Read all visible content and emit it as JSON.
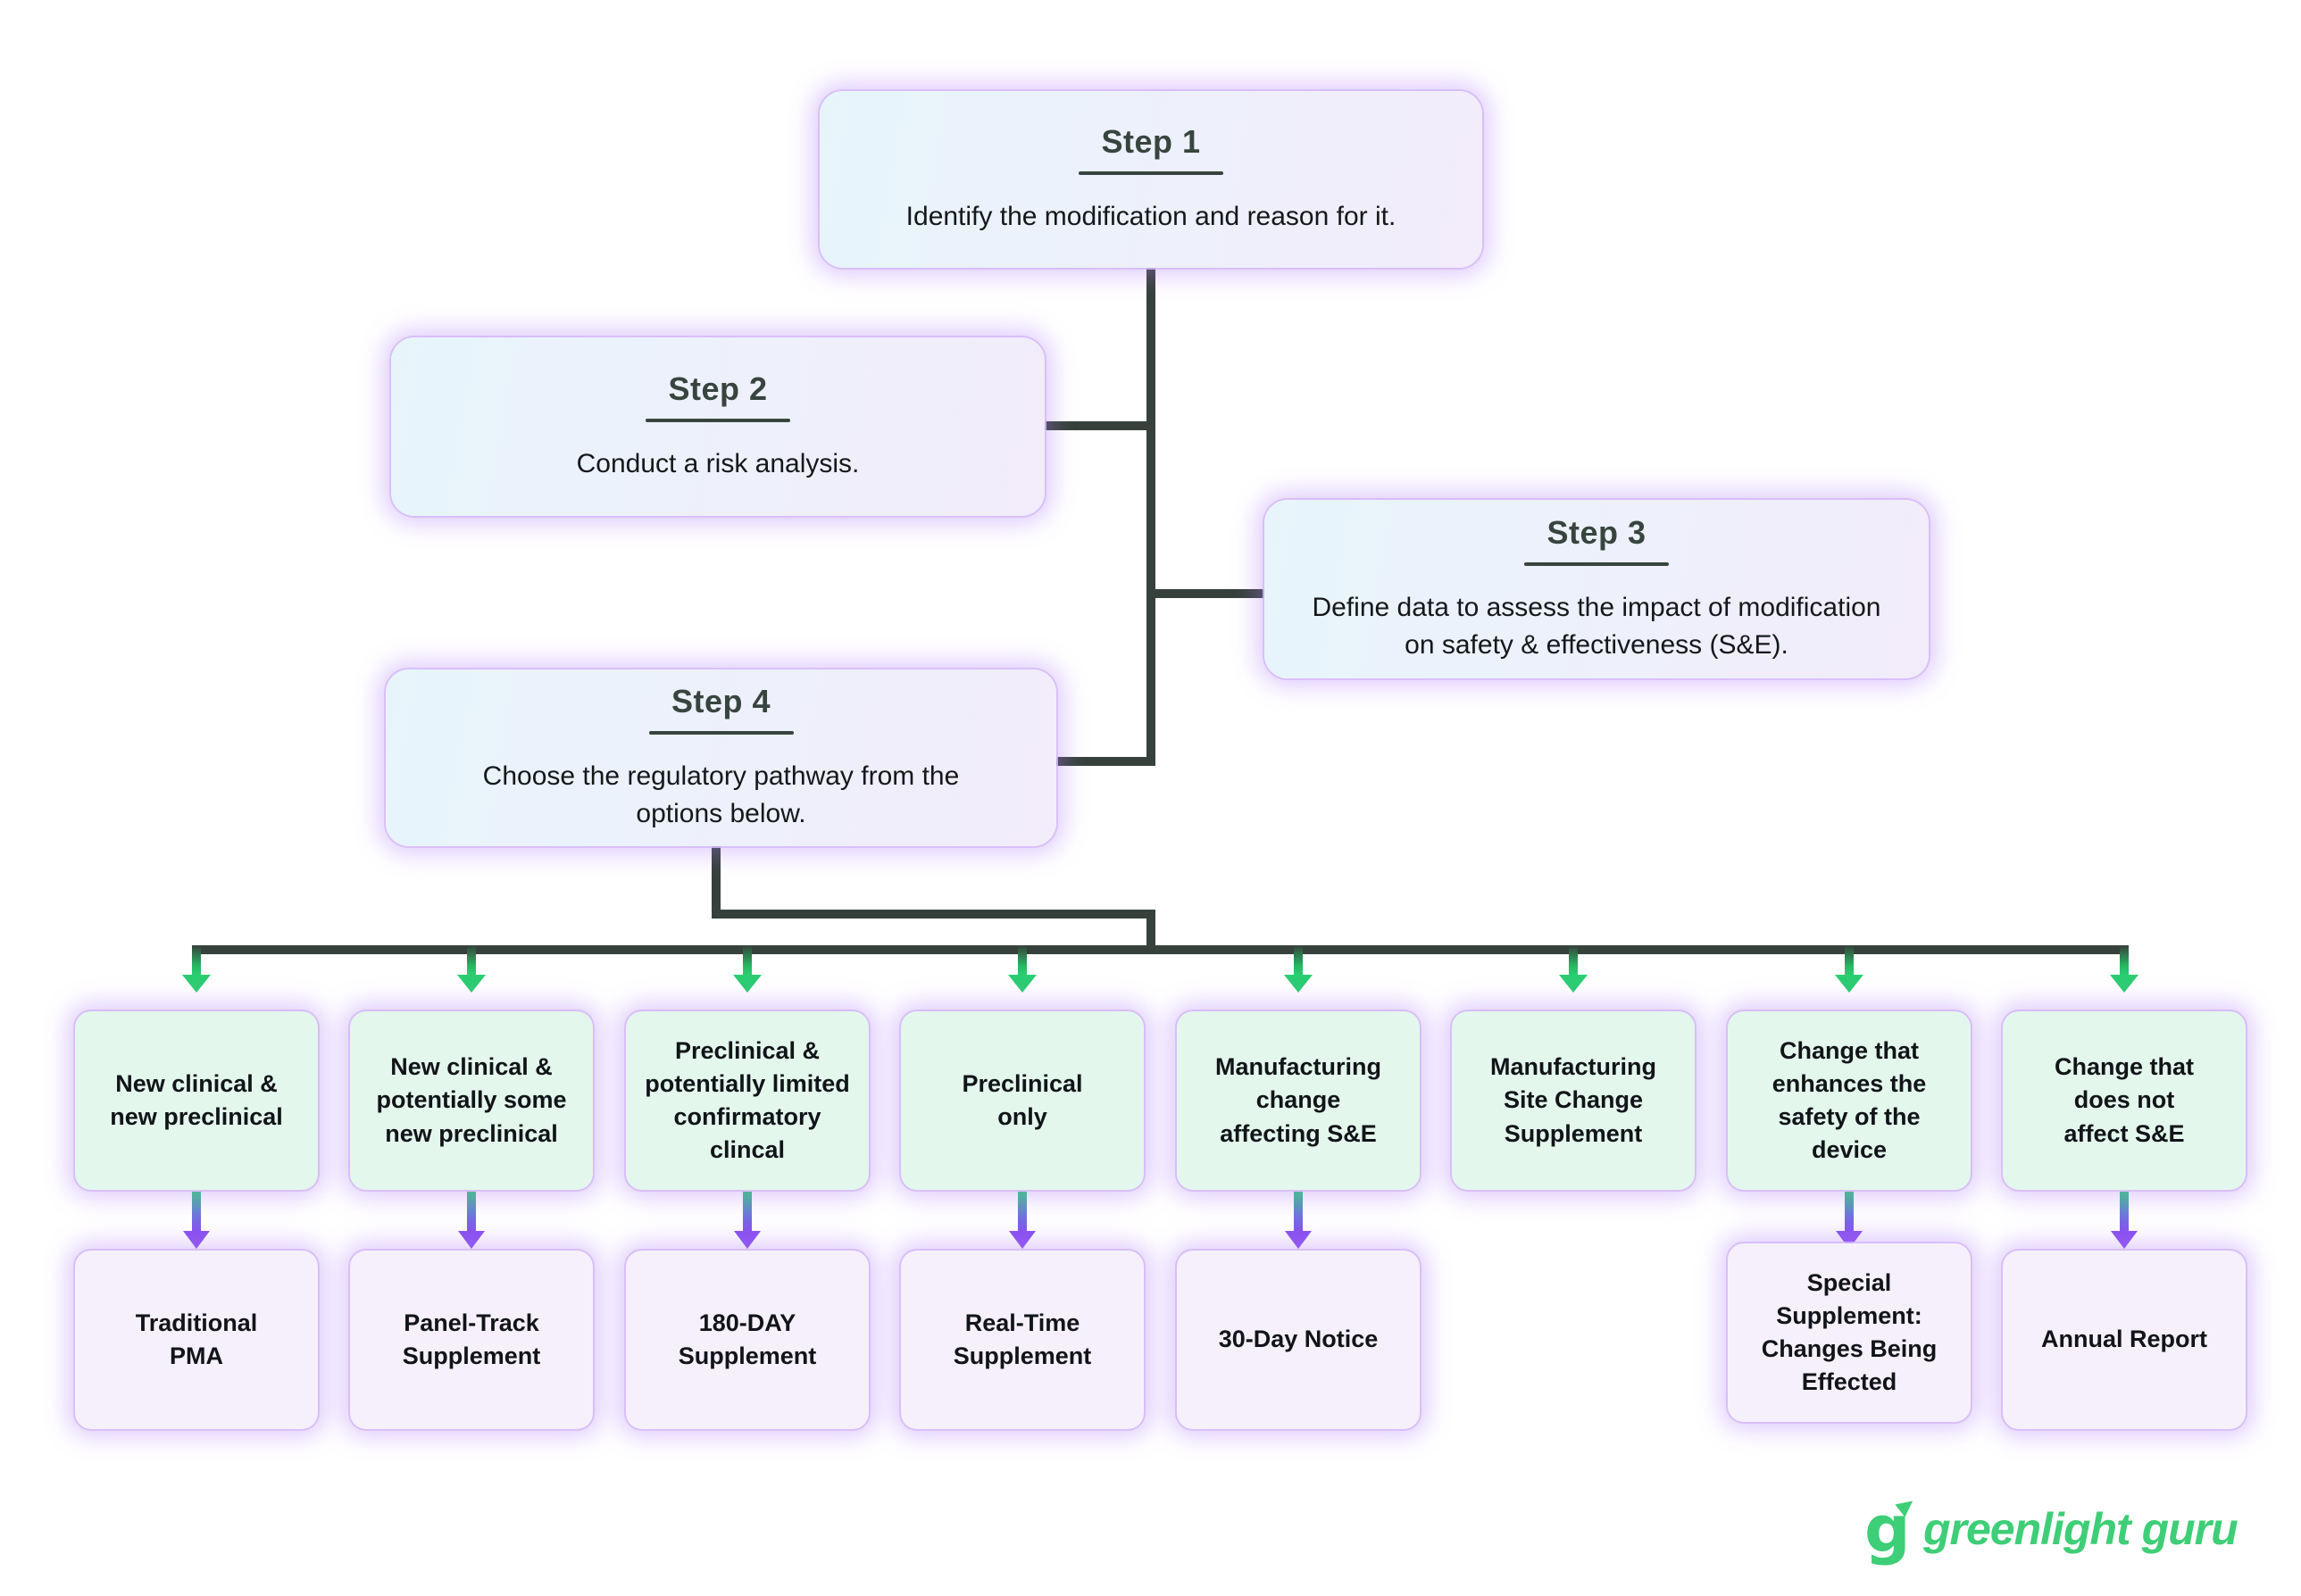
{
  "steps": [
    {
      "title": "Step 1",
      "text": "Identify the modification and reason for it."
    },
    {
      "title": "Step 2",
      "text": "Conduct a risk analysis."
    },
    {
      "title": "Step 3",
      "text": "Define data to assess the impact of modification on safety & effectiveness (S&E)."
    },
    {
      "title": "Step 4",
      "text": "Choose the regulatory pathway from the options below."
    }
  ],
  "columns": [
    {
      "option": "New clinical &\nnew preclinical",
      "result": "Traditional\nPMA"
    },
    {
      "option": "New clinical &\npotentially some\nnew preclinical",
      "result": "Panel-Track\nSupplement"
    },
    {
      "option": "Preclinical &\npotentially limited\nconfirmatory\nclincal",
      "result": "180-DAY\nSupplement"
    },
    {
      "option": "Preclinical\nonly",
      "result": "Real-Time\nSupplement"
    },
    {
      "option": "Manufacturing\nchange\naffecting S&E",
      "result": "30-Day Notice"
    },
    {
      "option": "Manufacturing\nSite Change\nSupplement",
      "result": ""
    },
    {
      "option": "Change that\nenhances the\nsafety of the\ndevice",
      "result": "Special\nSupplement:\nChanges Being\nEffected"
    },
    {
      "option": "Change that\ndoes not\naffect S&E",
      "result": "Annual Report"
    }
  ],
  "logo": {
    "brand": "greenlight guru",
    "mark_letter": "g"
  },
  "colors": {
    "connector_line": "#36413b",
    "green_arrow": "#2bcd71",
    "purple_arrow": "#8a50f0",
    "option_box_bg": "#e4f7ed",
    "result_box_bg": "#f6f0fc",
    "step_box_gradient": [
      "#e7f5fb",
      "#f2ecfb"
    ],
    "glow": "#ac7af7",
    "logo_green": "#3ece77",
    "title_text": "#37453e",
    "body_text": "#15181a"
  }
}
